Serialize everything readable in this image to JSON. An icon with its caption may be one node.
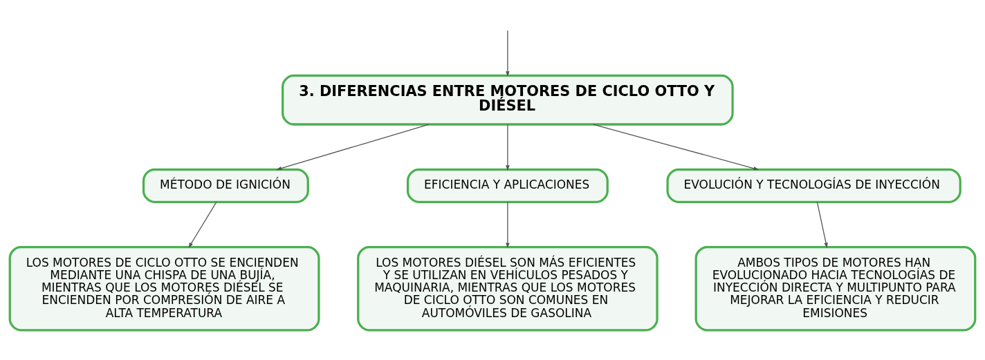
{
  "diagram": {
    "nodes": [
      {
        "text": [
          "3. DIFERENCIAS ENTRE MOTORES DE CICLO OTTO Y DIÉSEL"
        ]
      },
      {
        "text": [
          "MÉTODO DE IGNICIÓN"
        ]
      },
      {
        "text": [
          "EFICIENCIA Y APLICACIONES"
        ]
      },
      {
        "text": [
          "EVOLUCIÓN Y TECNOLOGÍAS DE INYECCIÓN"
        ]
      },
      {
        "text": [
          "LOS MOTORES DE CICLO OTTO SE ENCIENDEN MEDIANTE UNA CHISPA DE UNA BUJÍA, MIENTRAS QUE LOS MOTORES DIÉSEL SE ENCIENDEN POR COMPRESIÓN DE AIRE A ALTA TEMPERATURA"
        ]
      },
      {
        "text": [
          "LOS MOTORES DIÉSEL SON MÁS EFICIENTES Y SE UTILIZAN EN VEHÍCULOS PESADOS Y MAQUINARIA, MIENTRAS QUE LOS MOTORES DE CICLO OTTO SON COMUNES EN AUTOMÓVILES DE GASOLINA"
        ]
      },
      {
        "text": [
          "AMBOS TIPOS DE MOTORES HAN EVOLUCIONADO HACIA TECNOLOGÍAS DE INYECCIÓN DIRECTA Y MULTIPUNTO PARA MEJORAR LA EFICIENCIA Y REDUCIR EMISIONES"
        ]
      }
    ],
    "edges": [
      {
        "from": null,
        "to": 0,
        "arrow": "to"
      },
      {
        "from": 0,
        "to": 1,
        "arrow": "to"
      },
      {
        "from": 0,
        "to": 2,
        "arrow": "to"
      },
      {
        "from": 0,
        "to": 3,
        "arrow": "to"
      },
      {
        "from": 1,
        "to": 4,
        "arrow": "to"
      },
      {
        "from": 2,
        "to": 5,
        "arrow": "to"
      },
      {
        "from": 3,
        "to": 6,
        "arrow": "to"
      }
    ]
  }
}
